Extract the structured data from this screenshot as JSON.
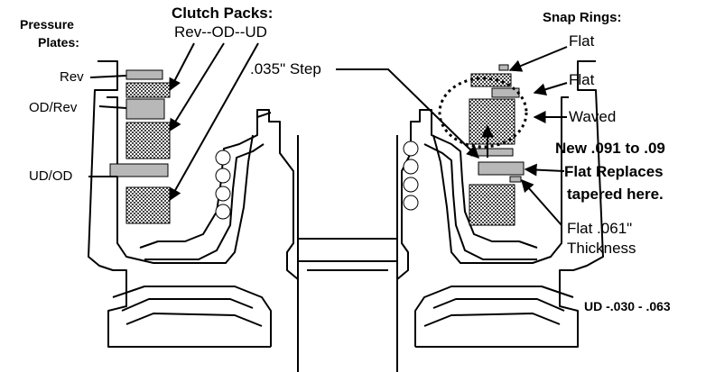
{
  "labels": {
    "pressure_plates_title_line1": "Pressure",
    "pressure_plates_title_line2": "Plates:",
    "pressure_rev": "Rev",
    "pressure_od_rev": "OD/Rev",
    "pressure_ud_od": "UD/OD",
    "clutch_packs_title": "Clutch Packs:",
    "clutch_packs_list": "Rev--OD--UD",
    "step_label": ".035\" Step",
    "snap_rings_title": "Snap Rings:",
    "snap_flat_1": "Flat",
    "snap_flat_2": "Flat",
    "snap_waved": "Waved",
    "new_line1": "New .091 to .09",
    "new_line2": "Flat  Replaces",
    "new_line3": "tapered here.",
    "flat_061_line1": "Flat .061\"",
    "flat_061_line2": "Thickness",
    "ud_clearance": "UD -.030 - .063"
  },
  "colors": {
    "ink": "#000000",
    "plate_fill": "#b8b8b8",
    "paper": "#ffffff"
  }
}
